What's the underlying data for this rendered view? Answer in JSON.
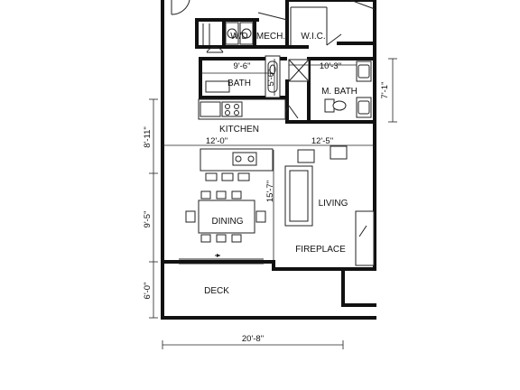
{
  "rooms": {
    "wd": "W/D",
    "mech": "MECH.",
    "wic": "W.I.C.",
    "bath": "BATH",
    "mbath": "M. BATH",
    "kitchen": "KITCHEN",
    "dining": "DINING",
    "living": "LIVING",
    "fireplace": "FIREPLACE",
    "deck": "DECK"
  },
  "dimensions": {
    "bath_width": "9'-6\"",
    "bath_depth": "5'-6\"",
    "mbath_width": "10'-3\"",
    "mbath_depth": "7'-1\"",
    "kitchen_depth": "8'-11\"",
    "dining_width": "12'-0\"",
    "living_width": "12'-5\"",
    "living_depth": "15'-7\"",
    "dining_depth": "9'-5\"",
    "deck_depth": "6'-0\"",
    "overall_width": "20'-8\""
  }
}
